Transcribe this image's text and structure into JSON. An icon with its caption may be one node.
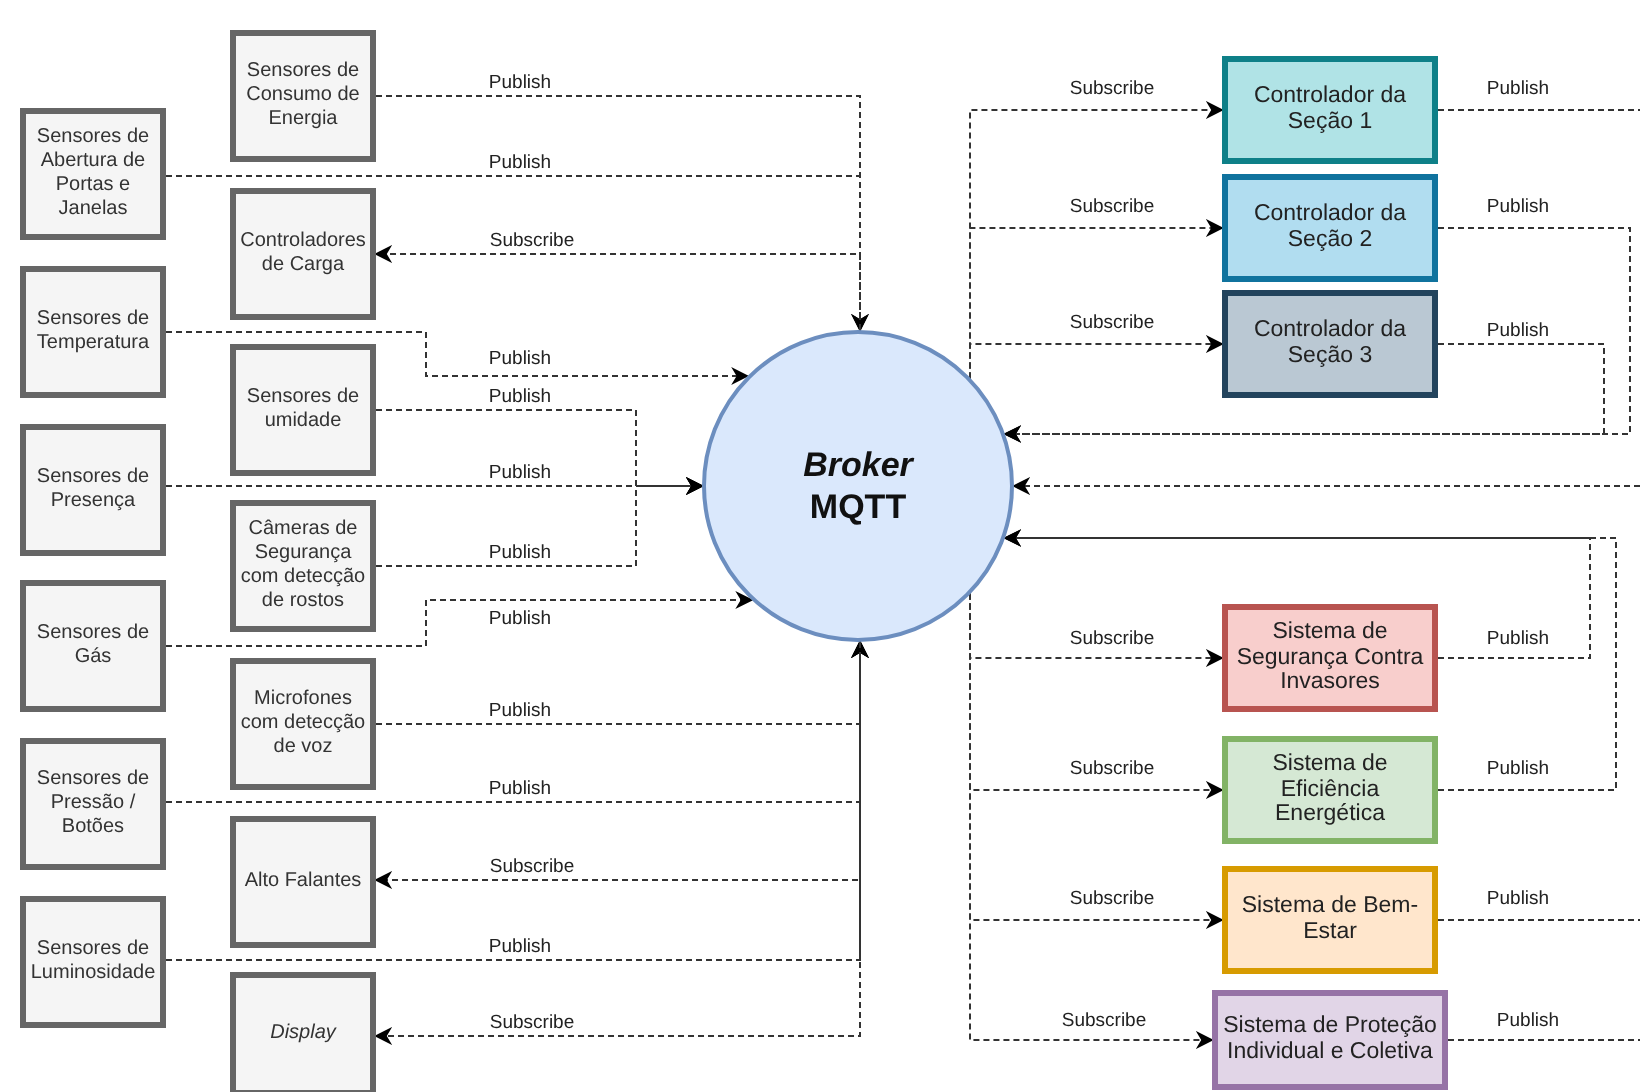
{
  "diagram": {
    "nodes": [
      {
        "text": [
          "Broker",
          "MQTT"
        ]
      },
      {
        "text": [
          "Sensores de Abertura de Portas e Janelas"
        ]
      },
      {
        "text": [
          "Sensores de Temperatura"
        ]
      },
      {
        "text": [
          "Sensores de Presença"
        ]
      },
      {
        "text": [
          "Sensores de Gás"
        ]
      },
      {
        "text": [
          "Sensores de Pressão / Botões"
        ]
      },
      {
        "text": [
          "Sensores de Luminosidade"
        ]
      },
      {
        "text": [
          "Sensores de Consumo de Energia"
        ]
      },
      {
        "text": [
          "Controladores de Carga"
        ]
      },
      {
        "text": [
          "Sensores de umidade"
        ]
      },
      {
        "text": [
          "Câmeras de Segurança com detecção de rostos"
        ]
      },
      {
        "text": [
          "Microfones com detecção de voz"
        ]
      },
      {
        "text": [
          "Alto Falantes"
        ]
      },
      {
        "text": [
          "Display"
        ]
      },
      {
        "text": [
          "Controlador da Seção 1"
        ]
      },
      {
        "text": [
          "Controlador da Seção 2"
        ]
      },
      {
        "text": [
          "Controlador da Seção 3"
        ]
      },
      {
        "text": [
          "Sistema de Segurança Contra Invasores"
        ]
      },
      {
        "text": [
          "Sistema de Eficiência Energética"
        ]
      },
      {
        "text": [
          "Sistema de Bem-Estar"
        ]
      },
      {
        "text": [
          "Sistema de Proteção Individual e Coletiva"
        ]
      }
    ],
    "edges": [
      {
        "from": 7,
        "to": 0,
        "arrow": "to",
        "label": "Publish"
      },
      {
        "from": 1,
        "to": 0,
        "arrow": "to",
        "label": "Publish"
      },
      {
        "from": 0,
        "to": 8,
        "arrow": "to",
        "label": "Subscribe"
      },
      {
        "from": 2,
        "to": 0,
        "arrow": "to",
        "label": "Publish"
      },
      {
        "from": 9,
        "to": 0,
        "arrow": "to",
        "label": "Publish"
      },
      {
        "from": 3,
        "to": 0,
        "arrow": "to",
        "label": "Publish"
      },
      {
        "from": 10,
        "to": 0,
        "arrow": "to",
        "label": "Publish"
      },
      {
        "from": 4,
        "to": 0,
        "arrow": "to",
        "label": "Publish"
      },
      {
        "from": 11,
        "to": 0,
        "arrow": "to",
        "label": "Publish"
      },
      {
        "from": 5,
        "to": 0,
        "arrow": "to",
        "label": "Publish"
      },
      {
        "from": 0,
        "to": 12,
        "arrow": "to",
        "label": "Subscribe"
      },
      {
        "from": 6,
        "to": 0,
        "arrow": "to",
        "label": "Publish"
      },
      {
        "from": 0,
        "to": 13,
        "arrow": "to",
        "label": "Subscribe"
      },
      {
        "from": 0,
        "to": 14,
        "arrow": "to",
        "label": "Subscribe"
      },
      {
        "from": 14,
        "to": null,
        "arrow": "none",
        "label": "Publish"
      },
      {
        "from": 0,
        "to": 15,
        "arrow": "to",
        "label": "Subscribe"
      },
      {
        "from": 15,
        "to": 0,
        "arrow": "to",
        "label": "Publish"
      },
      {
        "from": 0,
        "to": 16,
        "arrow": "to",
        "label": "Subscribe"
      },
      {
        "from": 16,
        "to": 0,
        "arrow": "to",
        "label": "Publish"
      },
      {
        "from": null,
        "to": 0,
        "arrow": "to"
      },
      {
        "from": 0,
        "to": 17,
        "arrow": "to",
        "label": "Subscribe"
      },
      {
        "from": 17,
        "to": 0,
        "arrow": "to",
        "label": "Publish"
      },
      {
        "from": 0,
        "to": 18,
        "arrow": "to",
        "label": "Subscribe"
      },
      {
        "from": 18,
        "to": 0,
        "arrow": "to",
        "label": "Publish"
      },
      {
        "from": 0,
        "to": 19,
        "arrow": "to",
        "label": "Subscribe"
      },
      {
        "from": 19,
        "to": null,
        "arrow": "none",
        "label": "Publish"
      },
      {
        "from": 0,
        "to": 20,
        "arrow": "to",
        "label": "Subscribe"
      },
      {
        "from": 20,
        "to": null,
        "arrow": "none",
        "label": "Publish"
      }
    ]
  }
}
